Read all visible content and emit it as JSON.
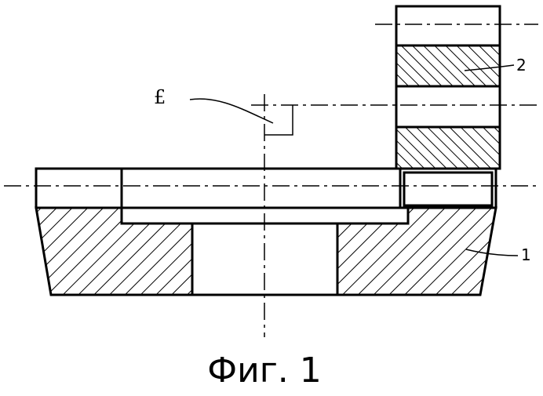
{
  "caption": "Фиг. 1",
  "labels": {
    "part_1": "1",
    "part_2": "2",
    "symbol": "£"
  },
  "colors": {
    "stroke": "#000000",
    "background": "#ffffff"
  }
}
